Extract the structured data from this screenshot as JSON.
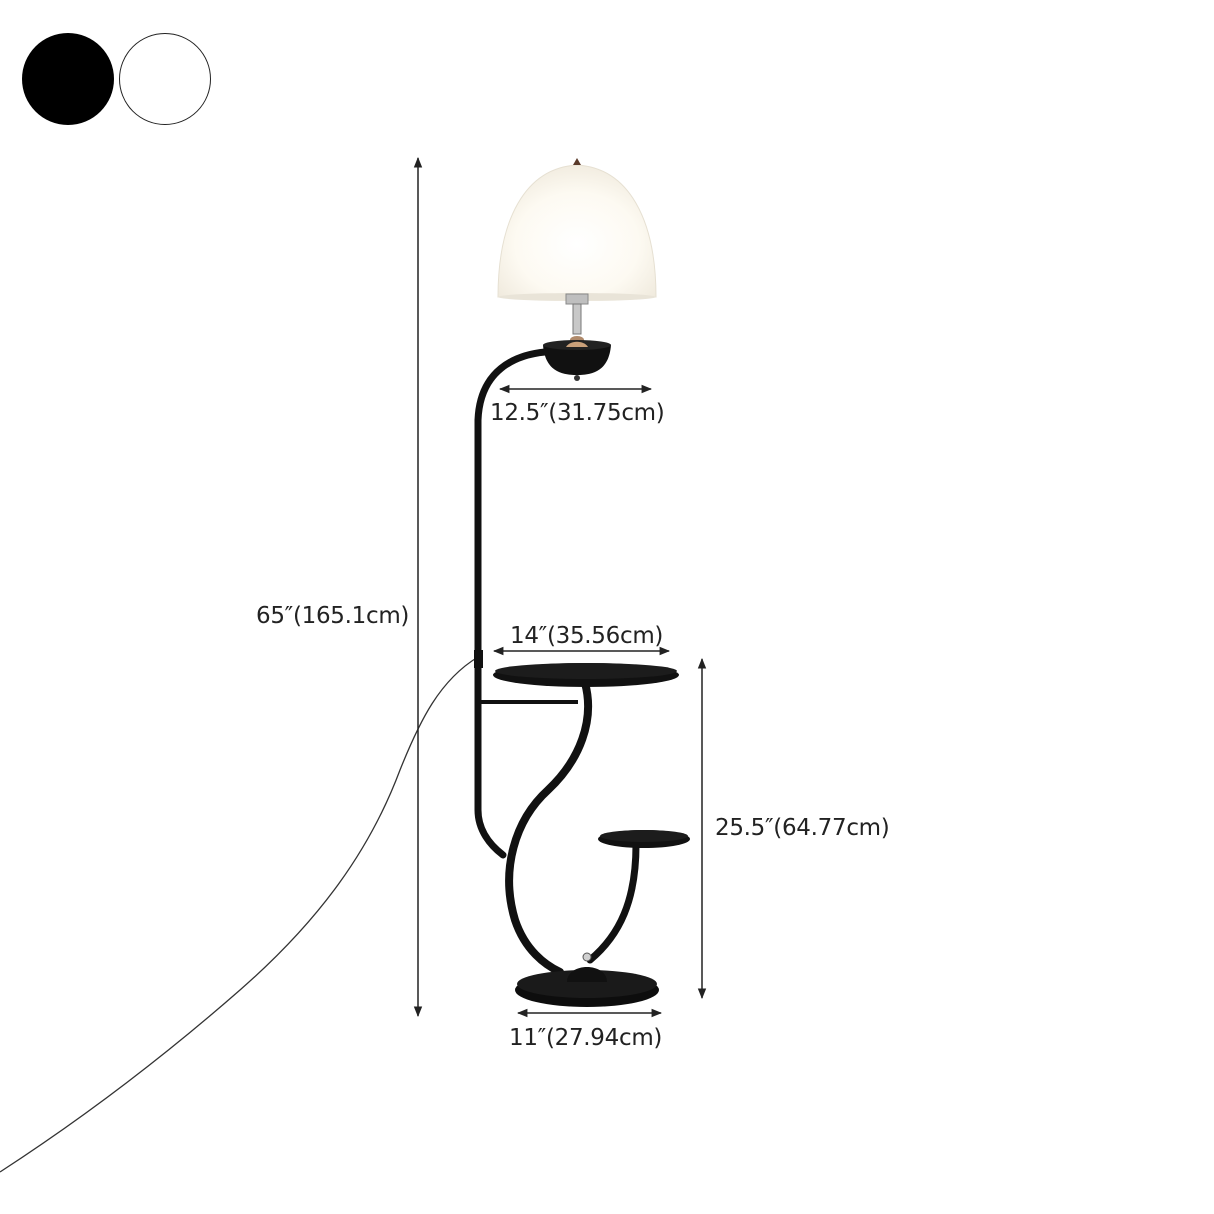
{
  "color_options": [
    {
      "name": "Black",
      "color": "#000000"
    },
    {
      "name": "White",
      "color": "#ffffff"
    }
  ],
  "dimensions": {
    "overall_height": "65″(165.1cm)",
    "shade_width": "12.5″(31.75cm)",
    "table_width": "14″(35.56cm)",
    "table_height": "25.5″(64.77cm)",
    "base_width": "11″(27.94cm)"
  }
}
